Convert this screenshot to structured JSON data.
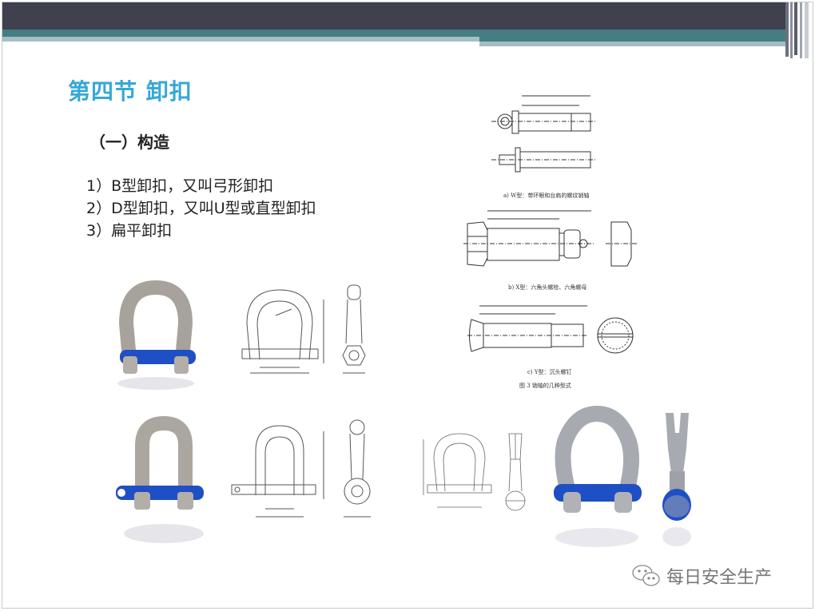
{
  "slide": {
    "title": "第四节  卸扣",
    "subheading": "（一）构造",
    "items": [
      "1）B型卸扣，又叫弓形卸扣",
      "2）D型卸扣，又叫U型或直型卸扣",
      "3）扁平卸扣"
    ]
  },
  "figure": {
    "caption_a": "a) W型：带环眼和台肩的螺纹销轴",
    "caption_b": "b) X型：六角头螺栓、六角螺母",
    "caption_c": "c) Y型：沉头螺钉",
    "caption_fig": "图 3   销轴的几种型式"
  },
  "watermark": {
    "text": "每日安全生产",
    "icon": "wechat-icon"
  },
  "colors": {
    "header_dark": "#40414f",
    "header_teal": "#447e82",
    "title": "#35a8d6",
    "pin_blue": "#1f4fc4"
  }
}
